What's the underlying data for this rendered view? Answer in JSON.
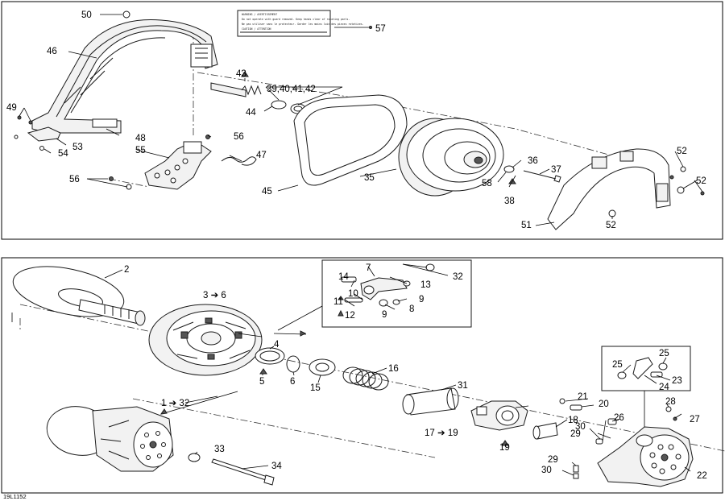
{
  "figure_id": "19L1152",
  "label_sheet": {
    "lines": [
      "WARNING / AVERTISSEMENT",
      "Do not operate with guard removed. Keep hands clear of rotating parts.",
      "Ne pas utiliser sans le protecteur. Garder les mains loin des pieces rotatives.",
      "CAUTION / ATTENTION"
    ]
  },
  "callouts": {
    "c2": "2",
    "c3_6": "3 ➔ 6",
    "c4": "4",
    "c5": "5",
    "c6": "6",
    "c7": "7",
    "c8": "8",
    "c9a": "9",
    "c9b": "9",
    "c10": "10",
    "c11": "11",
    "c12": "12",
    "c13": "13",
    "c14": "14",
    "c15": "15",
    "c16": "16",
    "c17_19": "17 ➔ 19",
    "c18": "18",
    "c19": "19",
    "c20": "20",
    "c21": "21",
    "c22": "22",
    "c23": "23",
    "c24": "24",
    "c25a": "25",
    "c25b": "25",
    "c26": "26",
    "c27": "27",
    "c28": "28",
    "c29a": "29",
    "c29b": "29",
    "c30a": "30",
    "c30b": "30",
    "c31": "31",
    "c32a": "32",
    "c1_32": "1 ➔ 32",
    "c33": "33",
    "c34": "34",
    "c35": "35",
    "c36": "36",
    "c37": "37",
    "c38": "38",
    "c39_42": "39,40,41,42",
    "c43": "43",
    "c44": "44",
    "c45": "45",
    "c46": "46",
    "c47": "47",
    "c48": "48",
    "c49": "49",
    "c50": "50",
    "c51": "51",
    "c52a": "52",
    "c52b": "52",
    "c52c": "52",
    "c53": "53",
    "c54": "54",
    "c55": "55",
    "c56a": "56",
    "c56b": "56",
    "c57": "57",
    "c58": "58"
  }
}
